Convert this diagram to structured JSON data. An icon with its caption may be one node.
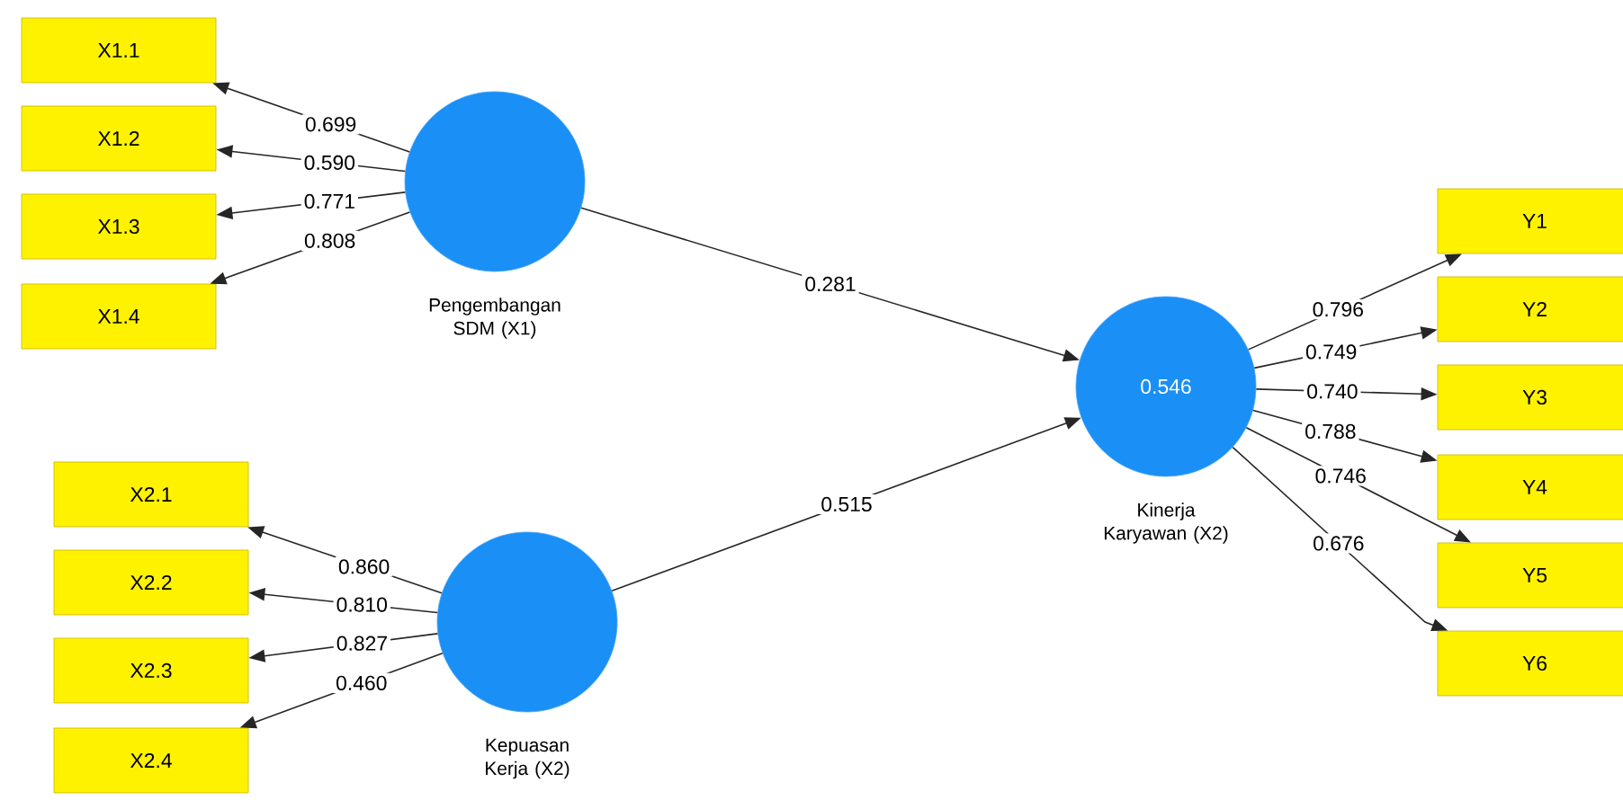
{
  "diagram": {
    "nodes": [
      {
        "text": [
          "X1.1"
        ]
      },
      {
        "text": [
          "X1.2"
        ]
      },
      {
        "text": [
          "X1.3"
        ]
      },
      {
        "text": [
          "X1.4"
        ]
      },
      {
        "text": [],
        "shape": "circle",
        "beside": [
          "Pengembangan SDM (X1)"
        ]
      },
      {
        "text": [
          "X2.1"
        ]
      },
      {
        "text": [
          "X2.2"
        ]
      },
      {
        "text": [
          "X2.3"
        ]
      },
      {
        "text": [
          "X2.4"
        ]
      },
      {
        "text": [],
        "shape": "circle",
        "beside": [
          "Kepuasan Kerja (X2)"
        ]
      },
      {
        "text": [
          "0.546"
        ],
        "beside": [
          "Kinerja Karyawan (X2)"
        ]
      },
      {
        "text": [
          "Y1"
        ]
      },
      {
        "text": [
          "Y2"
        ]
      },
      {
        "text": [
          "Y3"
        ]
      },
      {
        "text": [
          "Y4"
        ]
      },
      {
        "text": [
          "Y5"
        ]
      },
      {
        "text": [
          "Y6"
        ]
      }
    ],
    "edges": [
      {
        "from": 4,
        "to": 0,
        "arrow": "to",
        "label": "0.699"
      },
      {
        "from": 4,
        "to": 1,
        "arrow": "to",
        "label": "0.590"
      },
      {
        "from": 4,
        "to": 2,
        "arrow": "to",
        "label": "0.771"
      },
      {
        "from": 4,
        "to": 3,
        "arrow": "to",
        "label": "0.808"
      },
      {
        "from": 9,
        "to": 5,
        "arrow": "to",
        "label": "0.860"
      },
      {
        "from": 9,
        "to": 6,
        "arrow": "to",
        "label": "0.810"
      },
      {
        "from": 9,
        "to": 7,
        "arrow": "to",
        "label": "0.827"
      },
      {
        "from": 9,
        "to": 8,
        "arrow": "to",
        "label": "0.460"
      },
      {
        "from": 4,
        "to": 10,
        "arrow": "to",
        "label": "0.281"
      },
      {
        "from": 9,
        "to": 10,
        "arrow": "to",
        "label": "0.515"
      },
      {
        "from": 10,
        "to": 11,
        "arrow": "to",
        "label": "0.796"
      },
      {
        "from": 10,
        "to": 12,
        "arrow": "to",
        "label": "0.749"
      },
      {
        "from": 10,
        "to": 13,
        "arrow": "to",
        "label": "0.740"
      },
      {
        "from": 10,
        "to": 14,
        "arrow": "to",
        "label": "0.788"
      },
      {
        "from": 10,
        "to": 15,
        "arrow": "to",
        "label": "0.746"
      },
      {
        "from": 10,
        "to": 16,
        "arrow": "to",
        "label": "0.676"
      }
    ]
  }
}
